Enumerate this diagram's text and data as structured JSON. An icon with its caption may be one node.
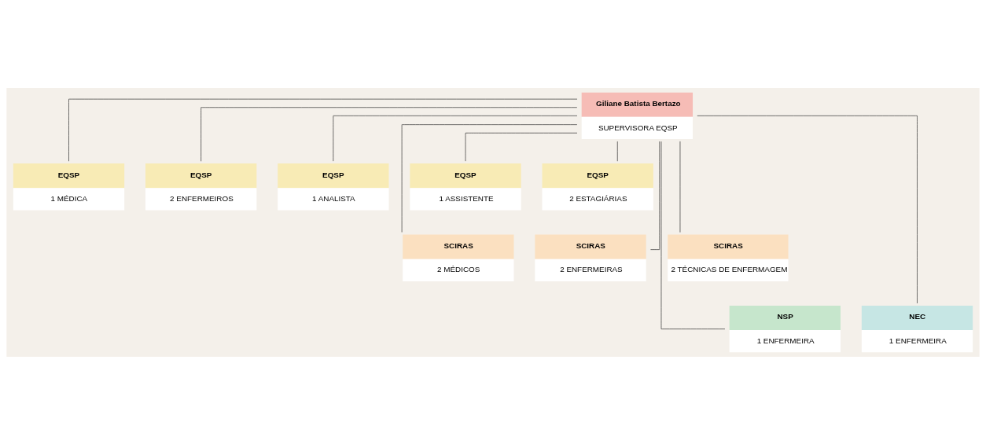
{
  "diagram": {
    "nodes": [
      {
        "text": [
          "Giliane Batista Bertazo",
          "SUPERVISORA EQSP"
        ]
      },
      {
        "text": [
          "EQSP",
          "1 MÉDICA"
        ]
      },
      {
        "text": [
          "EQSP",
          "2 ENFERMEIROS"
        ]
      },
      {
        "text": [
          "EQSP",
          "1 ANALISTA"
        ]
      },
      {
        "text": [
          "EQSP",
          "1 ASSISTENTE"
        ]
      },
      {
        "text": [
          "EQSP",
          "2 ESTAGIÁRIAS"
        ]
      },
      {
        "text": [
          "SCIRAS",
          "2 MÉDICOS"
        ]
      },
      {
        "text": [
          "SCIRAS",
          "2 ENFERMEIRAS"
        ]
      },
      {
        "text": [
          "SCIRAS",
          "2 TÉCNICAS DE ENFERMAGEM"
        ]
      },
      {
        "text": [
          "NSP",
          "1 ENFERMEIRA"
        ]
      },
      {
        "text": [
          "NEC",
          "1 ENFERMEIRA"
        ]
      }
    ],
    "edges": [
      {
        "from": 0,
        "to": 1,
        "arrow": "none"
      },
      {
        "from": 0,
        "to": 2,
        "arrow": "none"
      },
      {
        "from": 0,
        "to": 3,
        "arrow": "none"
      },
      {
        "from": 0,
        "to": 4,
        "arrow": "none"
      },
      {
        "from": 0,
        "to": 5,
        "arrow": "none"
      },
      {
        "from": 0,
        "to": 6,
        "arrow": "none"
      },
      {
        "from": 0,
        "to": 7,
        "arrow": "none"
      },
      {
        "from": 0,
        "to": 8,
        "arrow": "none"
      },
      {
        "from": 0,
        "to": 9,
        "arrow": "none"
      },
      {
        "from": 0,
        "to": 10,
        "arrow": "none"
      }
    ]
  }
}
